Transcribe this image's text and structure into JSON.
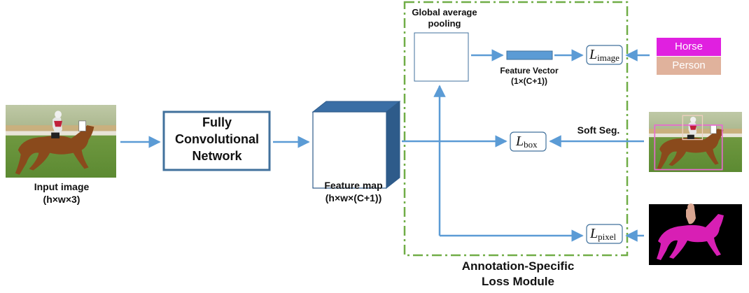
{
  "labels": {
    "input_image": "Input image",
    "input_dims": "(h×w×3)",
    "fcn_line1": "Fully",
    "fcn_line2": "Convolutional",
    "fcn_line3": "Network",
    "feature_map": "Feature map",
    "feature_map_dims": "(h×w×(C+1))",
    "gap_line1": "Global average",
    "gap_line2": "pooling",
    "feature_vector": "Feature Vector",
    "feature_vector_dims": "(1×(C+1))",
    "soft_seg": "Soft Seg.",
    "module_line1": "Annotation-Specific",
    "module_line2": "Loss Module"
  },
  "losses": {
    "image": {
      "symbol": "L",
      "sub": "image"
    },
    "box": {
      "symbol": "L",
      "sub": "box"
    },
    "pixel": {
      "symbol": "L",
      "sub": "pixel"
    }
  },
  "classes": [
    {
      "name": "Horse",
      "color": "#e020e0"
    },
    {
      "name": "Person",
      "color": "#e0b29c"
    }
  ],
  "colors": {
    "arrow": "#5b9bd5",
    "fcn_border": "#41719c",
    "module_border": "#70ad47",
    "cube_side": "#2e5b8a",
    "cube_top": "#3a6ea5",
    "vector_fill": "#5b9bd5",
    "horse_seg": "#d81fb4",
    "rider_seg": "#d8a590"
  }
}
